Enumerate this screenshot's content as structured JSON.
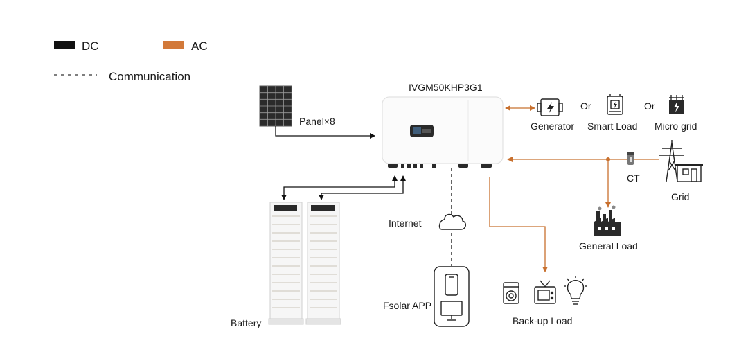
{
  "legend": {
    "dc_label": "DC",
    "ac_label": "AC",
    "comm_label": "Communication",
    "dc_color": "#111111",
    "ac_color": "#d2793a"
  },
  "inverter": {
    "model": "IVGM50KHP3G1"
  },
  "labels": {
    "panel": "Panel×8",
    "generator": "Generator",
    "or1": "Or",
    "smart_load": "Smart Load",
    "or2": "Or",
    "micro_grid": "Micro grid",
    "ct": "CT",
    "grid": "Grid",
    "general_load": "General Load",
    "internet": "Internet",
    "fsolar_app": "Fsolar APP",
    "backup_load": "Back-up Load",
    "battery": "Battery"
  }
}
